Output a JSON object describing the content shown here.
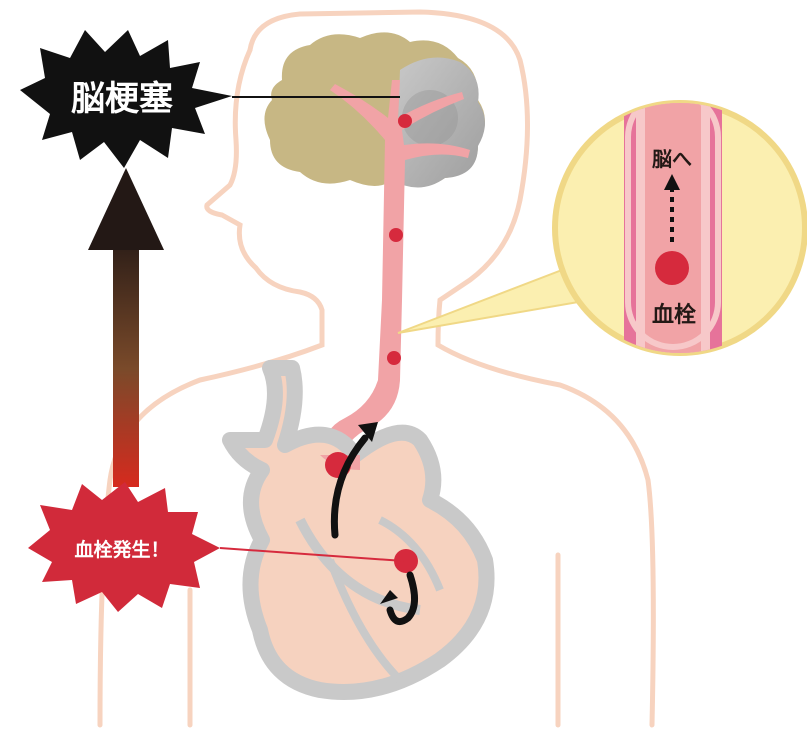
{
  "labels": {
    "stroke": "脳梗塞",
    "embolus_occurs": "血栓発生！",
    "to_brain": "脳へ",
    "embolus": "血栓"
  },
  "colors": {
    "body_outline": "#f7d3bf",
    "brain": "#c7b784",
    "brain_damaged": "#b9b9b9",
    "artery": "#f1a3a6",
    "artery_wall": "#e6739a",
    "embolus": "#d62a3d",
    "heart": "#f6d2bf",
    "heart_outline": "#c9c9c9",
    "burst_black": "#111111",
    "burst_red": "#d12a3a",
    "zoom_fill": "#fbefb0",
    "zoom_border": "#f0d886",
    "arrow_top": "#231815",
    "arrow_bottom": "#d62a1e"
  },
  "icons": {
    "flow_arrow_up": "curved-arrow-icon",
    "flow_arrow_loop": "u-turn-arrow-icon",
    "big_arrow": "up-arrow-icon"
  }
}
